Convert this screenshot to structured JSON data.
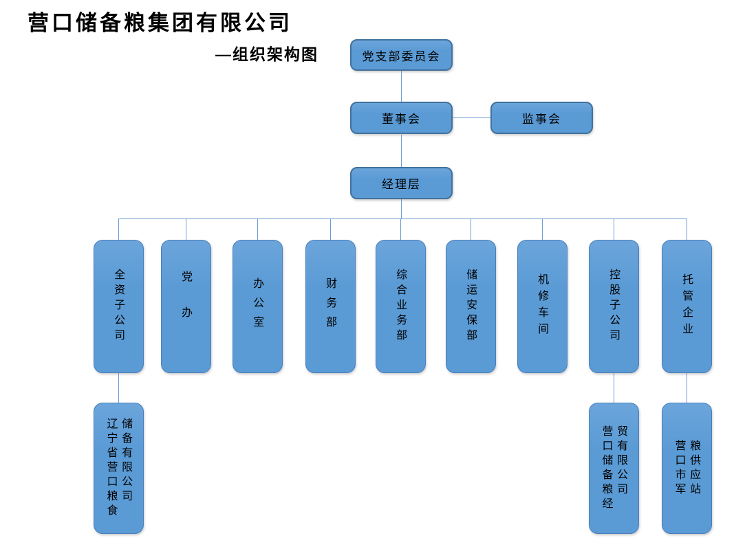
{
  "title": "营口储备粮集团有限公司",
  "subtitle": "—组织架构图",
  "chart": {
    "root": "党支部委员会",
    "board": "董事会",
    "supervisors": "监事会",
    "management": "经理层",
    "departments": [
      {
        "label": "全资子公司"
      },
      {
        "label": "党办"
      },
      {
        "label": "办公室"
      },
      {
        "label": "财务部"
      },
      {
        "label": "综合业务部"
      },
      {
        "label": "储运安保部"
      },
      {
        "label": "机修车间"
      },
      {
        "label": "控股子公司"
      },
      {
        "label": "托管企业"
      }
    ],
    "subsidiaries": [
      {
        "parent": "全资子公司",
        "label": "辽宁省营口粮食\n储备有限公司"
      },
      {
        "parent": "控股子公司",
        "label": "营口储备粮经\n贸有限公司"
      },
      {
        "parent": "托管企业",
        "label": "营口市军\n粮供应站"
      }
    ]
  },
  "colors": {
    "box_fill": "#5B9BD5",
    "box_border_dark": "#41719C",
    "box_border_light": "#4A7EBB",
    "connector_line": "#6C9BD2",
    "text": "#000000"
  }
}
